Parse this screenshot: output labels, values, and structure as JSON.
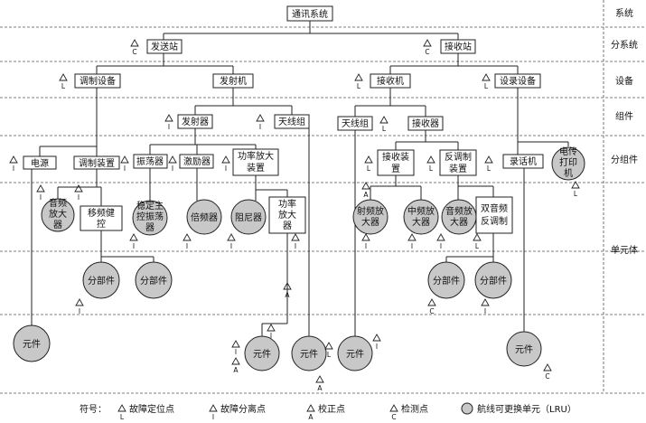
{
  "levels": [
    "系统",
    "分系统",
    "设备",
    "组件",
    "分组件",
    "单元体"
  ],
  "nodes": {
    "root": "通讯系统",
    "send_station": "发送站",
    "recv_station": "接收站",
    "modulation_equipment": "调制设备",
    "transmitter": "发射机",
    "receiver": "接收机",
    "recording_equipment": "设录设备",
    "exciter_group": "发射器",
    "antenna_group_tx": "天线组",
    "antenna_group_rx": "天线组",
    "receiver_unit": "接收器",
    "power_supply": "电源",
    "modulation_device": "调制装置",
    "oscillator": "振荡器",
    "exciter": "激励器",
    "power_amp_device": [
      "功率放大",
      "装置"
    ],
    "receiving_device": [
      "接收装",
      "置"
    ],
    "demodulation_device": [
      "反调制",
      "装置"
    ],
    "recorder": "录话机",
    "teleprinter": [
      "电传",
      "打印",
      "机"
    ],
    "audio_amp": [
      "音频",
      "放大",
      "器"
    ],
    "fsk_keying": [
      "移频健",
      "控"
    ],
    "stable_osc": [
      "稳定主",
      "控振荡",
      "器"
    ],
    "multiplier": "倍频器",
    "damper": "阻尼器",
    "power_amp": [
      "功率",
      "放大",
      "器"
    ],
    "rf_amp": [
      "射频放",
      "大器"
    ],
    "if_amp": [
      "中频放",
      "大器"
    ],
    "audio_amp_rx": [
      "音频放",
      "大器"
    ],
    "dual_demod": [
      "双音频",
      "反调制"
    ],
    "subassy_1": "分部件",
    "subassy_2": "分部件",
    "subassy_3": "分部件",
    "subassy_4": "分部件",
    "part_1": "元件",
    "part_2": "元件",
    "part_3": "元件",
    "part_4": "元件",
    "part_5": "元件"
  },
  "legend": {
    "label": "符号：",
    "L": "故障定位点",
    "I": "故障分离点",
    "A": "校正点",
    "C": "检测点",
    "lru": "航线可更换单元（LRU）"
  },
  "marker_letters": {
    "L": "L",
    "I": "I",
    "A": "A",
    "C": "C"
  }
}
